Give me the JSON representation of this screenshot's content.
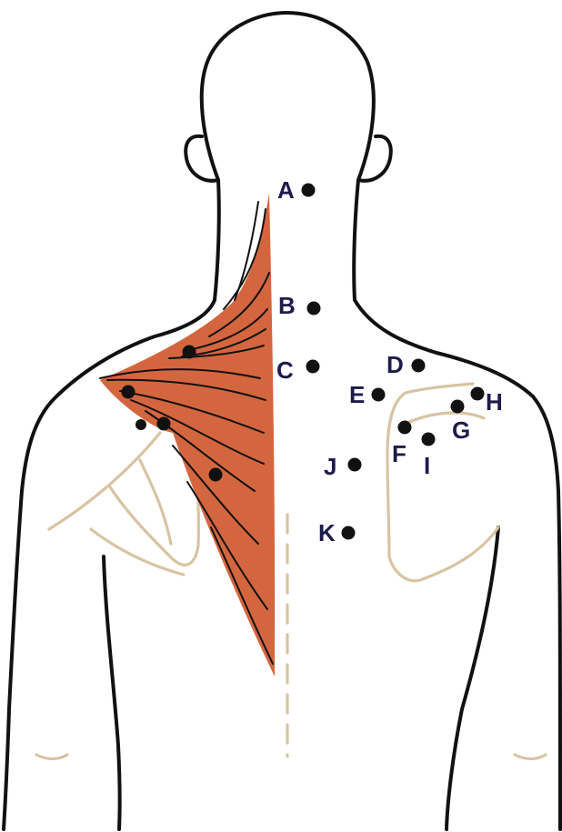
{
  "colors": {
    "outline": "#111111",
    "muscle": "#d4663f",
    "bone": "#d8c3a3",
    "label": "#1c1b4a",
    "background": "#ffffff"
  },
  "labels": {
    "A": "A",
    "B": "B",
    "C": "C",
    "D": "D",
    "E": "E",
    "F": "F",
    "G": "G",
    "H": "H",
    "I": "I",
    "J": "J",
    "K": "K"
  }
}
